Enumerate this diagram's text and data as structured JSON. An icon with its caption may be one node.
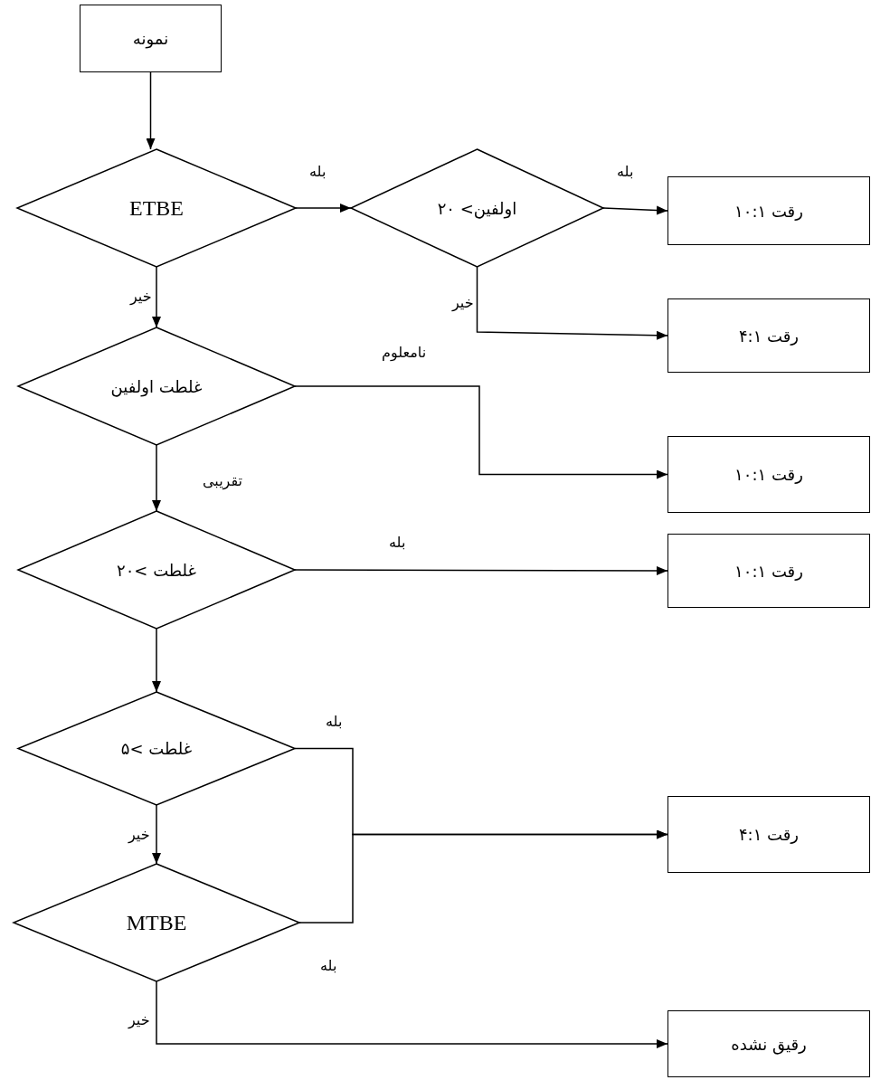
{
  "diagram": {
    "nodes": [
      {
        "text": [
          "نمونه"
        ]
      },
      {
        "text": [
          "ETBE"
        ]
      },
      {
        "text": [
          "اولفین> ۲۰"
        ]
      },
      {
        "text": [
          "رقت ۱۰:۱"
        ]
      },
      {
        "text": [
          "غلطت اولفین"
        ]
      },
      {
        "text": [
          "رقت ۴:۱"
        ]
      },
      {
        "text": [
          "رقت ۱۰:۱"
        ]
      },
      {
        "text": [
          "غلطت >۲۰"
        ]
      },
      {
        "text": [
          "رقت ۱۰:۱"
        ]
      },
      {
        "text": [
          "غلطت >۵"
        ]
      },
      {
        "text": [
          "رقت ۴:۱"
        ]
      },
      {
        "text": [
          "MTBE"
        ]
      },
      {
        "text": [
          "رقیق نشده"
        ]
      }
    ],
    "edges": [
      {
        "from": 0,
        "to": 1,
        "arrow": "to"
      },
      {
        "from": 1,
        "to": 2,
        "arrow": "to",
        "label": "بله"
      },
      {
        "from": 2,
        "to": 3,
        "arrow": "to",
        "label": "بله"
      },
      {
        "from": 2,
        "to": 5,
        "arrow": "to",
        "label": "خیر"
      },
      {
        "from": 1,
        "to": 4,
        "arrow": "to",
        "label": "خیر"
      },
      {
        "from": 4,
        "to": 6,
        "arrow": "to",
        "label": "نامعلوم"
      },
      {
        "from": 4,
        "to": 7,
        "arrow": "to",
        "label": "تقریبی"
      },
      {
        "from": 7,
        "to": 8,
        "arrow": "to",
        "label": "بله"
      },
      {
        "from": 7,
        "to": 9,
        "arrow": "to"
      },
      {
        "from": 9,
        "to": 10,
        "arrow": "to",
        "label": "بله"
      },
      {
        "from": 11,
        "to": 10,
        "arrow": "to",
        "label": "بله"
      },
      {
        "from": 9,
        "to": 11,
        "arrow": "to",
        "label": "خیر"
      },
      {
        "from": 11,
        "to": 12,
        "arrow": "to",
        "label": "خیر"
      }
    ]
  }
}
